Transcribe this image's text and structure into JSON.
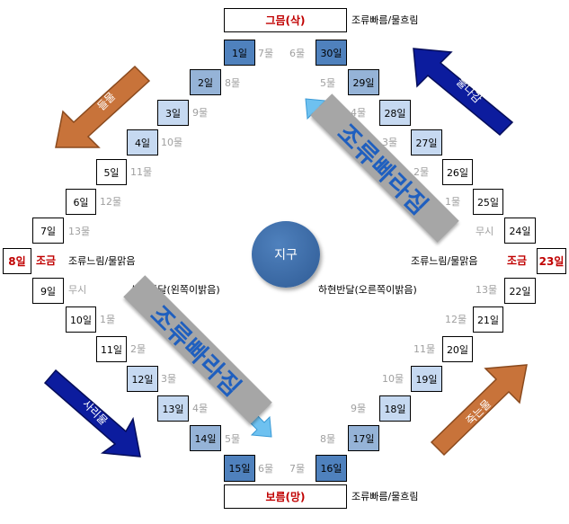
{
  "top_box": "그믐(삭)",
  "bottom_box": "보름(망)",
  "top_right_note": "조류빠름/물흐림",
  "bottom_right_note": "조류빠름/물흐림",
  "left_day": "8일",
  "right_day": "23일",
  "left_jogeum": "조금",
  "right_jogeum": "조금",
  "left_condition": "조류느림/물맑음",
  "right_condition": "조류느림/물맑음",
  "left_phase": "상현반달(왼쪽이밝음)",
  "right_phase": "하현반달(오른쪽이밝음)",
  "earth_label": "지구",
  "banner_text": "조류빠라짐",
  "arrow_labels": {
    "upper_left": "들물",
    "upper_right": "물나감",
    "lower_left": "사리물",
    "lower_right": "죽는물"
  },
  "days": {
    "d1": "1일",
    "d2": "2일",
    "d3": "3일",
    "d4": "4일",
    "d5": "5일",
    "d6": "6일",
    "d7": "7일",
    "d9": "9일",
    "d10": "10일",
    "d11": "11일",
    "d12": "12일",
    "d13": "13일",
    "d14": "14일",
    "d15": "15일",
    "d16": "16일",
    "d17": "17일",
    "d18": "18일",
    "d19": "19일",
    "d20": "20일",
    "d21": "21일",
    "d22": "22일",
    "d24": "24일",
    "d25": "25일",
    "d26": "26일",
    "d27": "27일",
    "d28": "28일",
    "d29": "29일",
    "d30": "30일"
  },
  "tides": {
    "tl_7": "7물",
    "tl_6": "6물",
    "tl_8": "8물",
    "tl_9": "9물",
    "tl_10": "10물",
    "tl_11": "11물",
    "tl_12": "12물",
    "tl_13": "13물",
    "l_musi": "무시",
    "bl_1": "1물",
    "bl_2": "2물",
    "bl_3": "3물",
    "bl_4": "4물",
    "bl_5": "5물",
    "b_6": "6물",
    "b_7": "7물",
    "br_8": "8물",
    "br_9": "9물",
    "br_10": "10물",
    "br_11": "11물",
    "br_12": "12물",
    "br_13": "13물",
    "r_musi": "무시",
    "tr_1": "1물",
    "tr_2": "2물",
    "tr_3": "3물",
    "tr_4": "4물",
    "tr_5": "5물"
  },
  "colors": {
    "red": "#c00000",
    "banner_text": "#1f5fbf",
    "earth": "#2f5b95",
    "blue_arrow": "#0a1a9a",
    "orange_arrow": "#c06a2a"
  }
}
